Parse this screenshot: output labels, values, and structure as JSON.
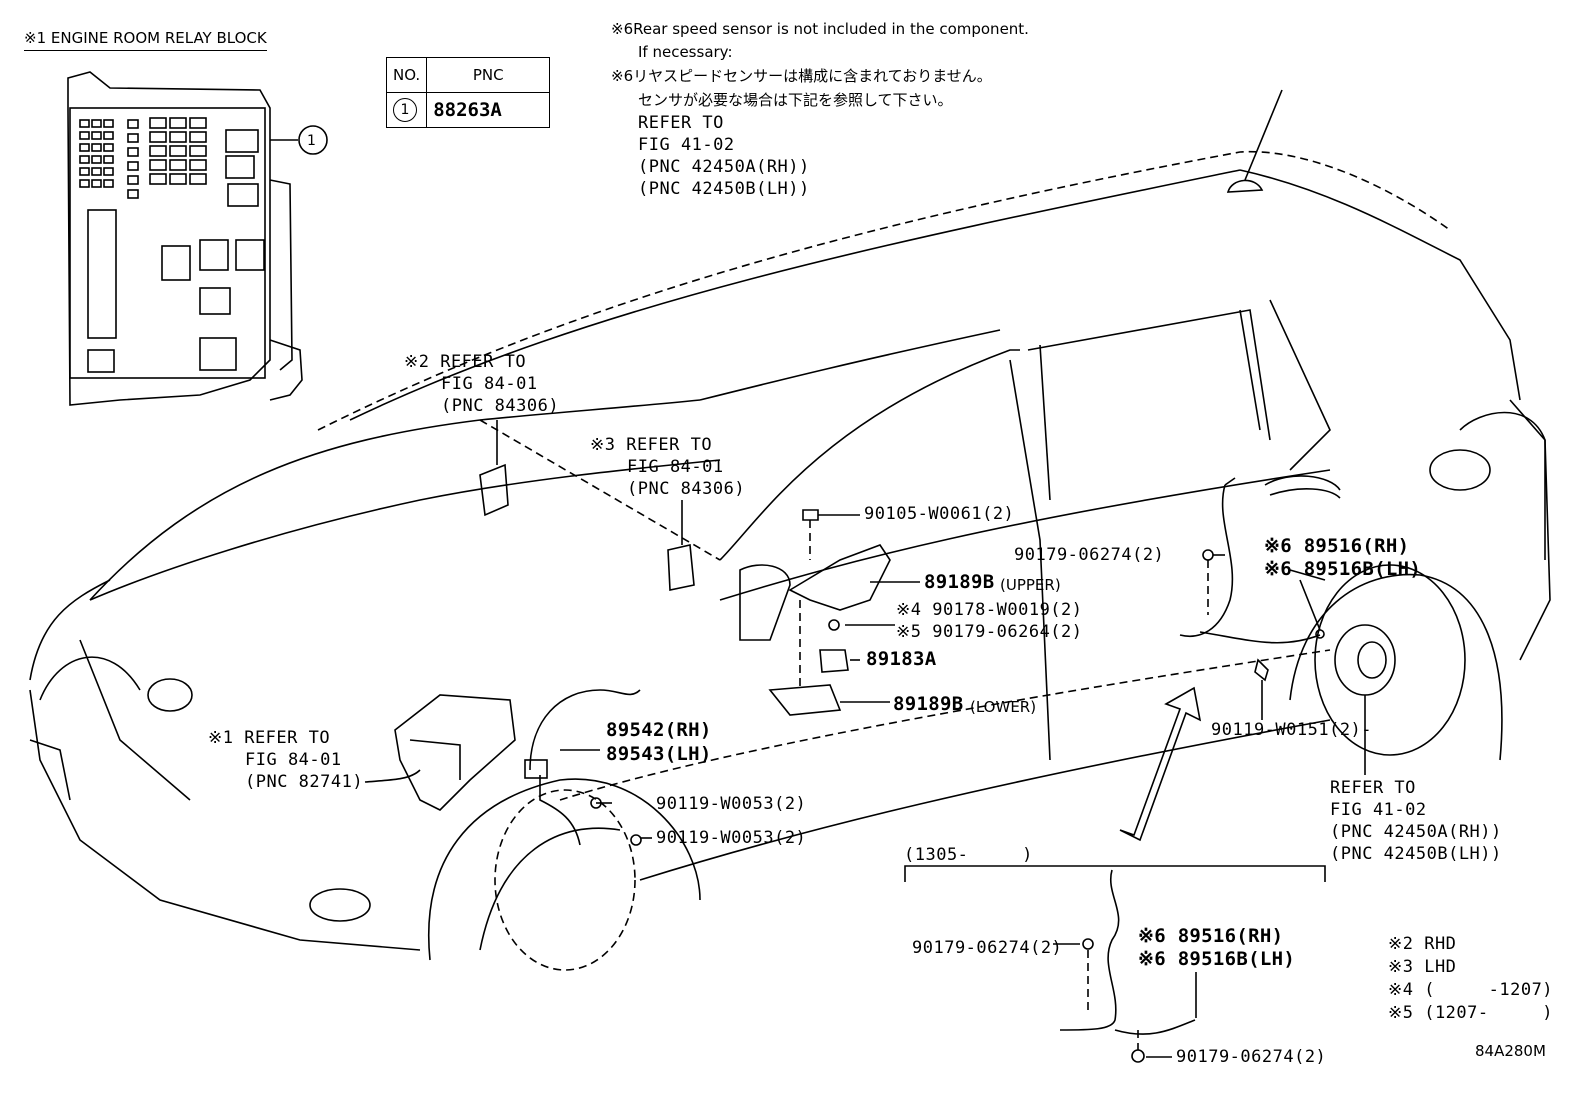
{
  "relay_block_title": "※1 ENGINE ROOM RELAY BLOCK",
  "pnc_table": {
    "headers": [
      "NO.",
      "PNC"
    ],
    "rows": [
      {
        "no": "1",
        "pnc": "88263A"
      }
    ]
  },
  "callout_1": "1",
  "note6": {
    "en1": "※6Rear speed sensor is not included in the component.",
    "en2": "If necessary:",
    "jp1": "※6リヤスピードセンサーは構成に含まれておりません。",
    "jp2": "センサが必要な場合は下記を参照して下さい。",
    "ref1": "REFER TO",
    "ref2": "FIG 41-02",
    "ref3": "(PNC 42450A(RH))",
    "ref4": "(PNC 42450B(LH))"
  },
  "ref2": {
    "l1": "※2 REFER TO",
    "l2": "FIG 84-01",
    "l3": "(PNC 84306)"
  },
  "ref3": {
    "l1": "※3 REFER TO",
    "l2": "FIG 84-01",
    "l3": "(PNC 84306)"
  },
  "ref1": {
    "l1": "※1 REFER TO",
    "l2": "FIG 84-01",
    "l3": "(PNC 82741)"
  },
  "ref_rear": {
    "l1": "REFER TO",
    "l2": "FIG 41-02",
    "l3": "(PNC 42450A(RH))",
    "l4": "(PNC 42450B(LH))"
  },
  "parts": {
    "p90105": "90105-W0061(2)",
    "p90179a": "90179-06274(2)",
    "p89516rh": "※6 89516(RH)",
    "p89516lh": "※6 89516B(LH)",
    "p89189u": "89189B",
    "p89189u_sub": "(UPPER)",
    "p90178": "※4 90178-W0019(2)",
    "p90179b": "※5 90179-06264(2)",
    "p89183": "89183A",
    "p89189l": "89189B",
    "p89189l_sub": "(LOWER)",
    "p89542": "89542(RH)",
    "p89543": "89543(LH)",
    "p90119a": "90119-W0053(2)",
    "p90119b": "90119-W0053(2)",
    "p90119c": "90119-W0151(2)-",
    "inset_range": "(1305-     )",
    "inset_90179a": "90179-06274(2)",
    "inset_89516rh": "※6 89516(RH)",
    "inset_89516lh": "※6 89516B(LH)",
    "inset_90179b": "90179-06274(2)"
  },
  "legend": {
    "l2": "※2 RHD",
    "l3": "※3 LHD",
    "l4": "※4 (     -1207)",
    "l5": "※5 (1207-     )"
  },
  "figure_code": "84A280M"
}
